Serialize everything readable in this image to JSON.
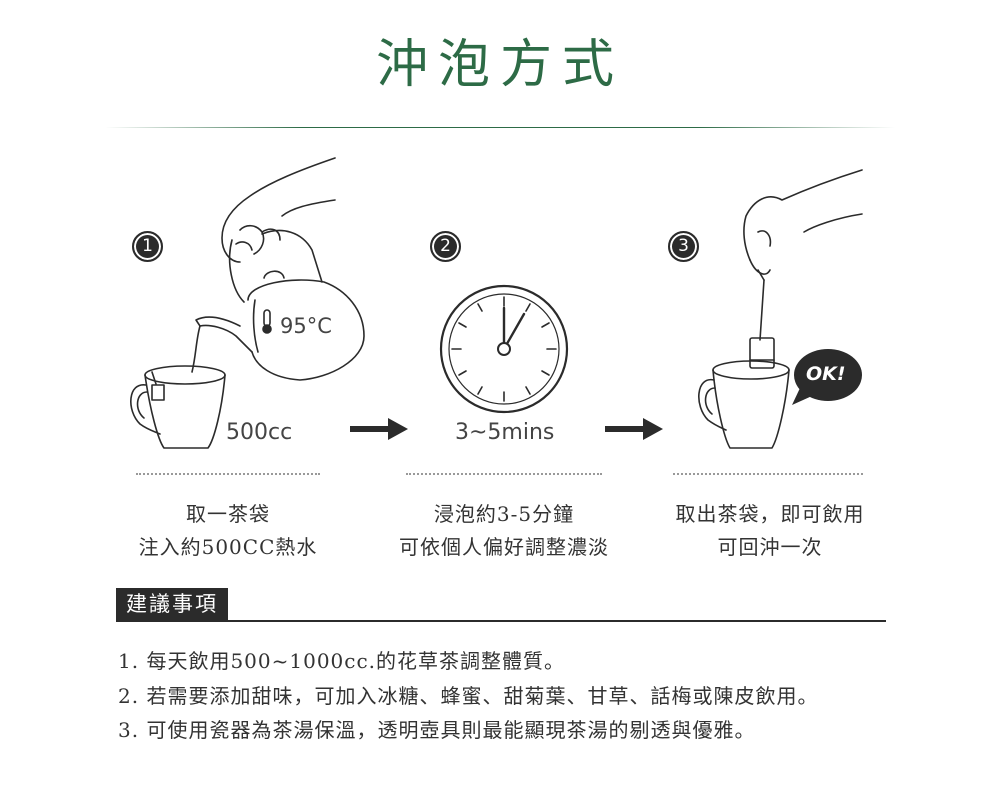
{
  "title": "沖泡方式",
  "steps": [
    {
      "number": "1",
      "caption": "500cc",
      "lines": [
        "取一茶袋",
        "注入約500CC熱水"
      ]
    },
    {
      "number": "2",
      "caption": "3~5mins",
      "lines": [
        "浸泡約3-5分鐘",
        "可依個人偏好調整濃淡"
      ]
    },
    {
      "number": "3",
      "caption": "OK!",
      "lines": [
        "取出茶袋，即可飲用",
        "可回沖一次"
      ]
    }
  ],
  "kettle_temp": "95°C",
  "tips": {
    "label": "建議事項",
    "items": [
      "1. 每天飲用500~1000cc.的花草茶調整體質。",
      "2. 若需要添加甜味，可加入冰糖、蜂蜜、甜菊葉、甘草、話梅或陳皮飲用。",
      "3. 可使用瓷器為茶湯保溫，透明壺具則最能顯現茶湯的剔透與優雅。"
    ]
  },
  "colors": {
    "title": "#2d6b46",
    "ink": "#2b2b2b",
    "text": "#333333"
  },
  "icons": [
    "hand-icon",
    "kettle-icon",
    "thermometer-icon",
    "mug-icon",
    "tea-bag-icon",
    "clock-icon",
    "arrow-right-icon",
    "ok-bubble-icon"
  ]
}
